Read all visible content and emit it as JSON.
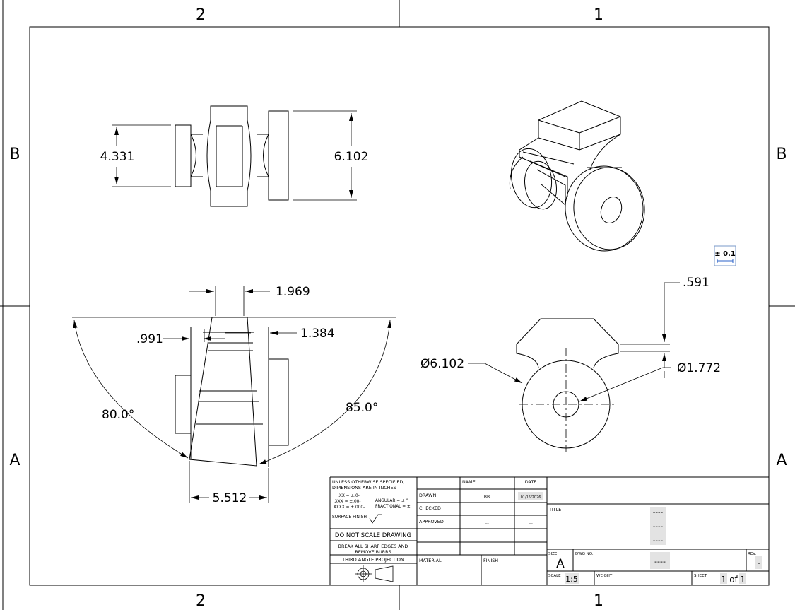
{
  "zones": {
    "top_left": "2",
    "top_right": "1",
    "bottom_left": "2",
    "bottom_right": "1",
    "left_upper": "B",
    "right_upper": "B",
    "left_lower": "A",
    "right_lower": "A"
  },
  "dims": {
    "front_left": "4.331",
    "front_right": "6.102",
    "top_gap": "1.969",
    "left_inner": ".991",
    "right_inner": "1.384",
    "angle_left": "80.0°",
    "angle_right": "85.0°",
    "bottom_width": "5.512",
    "side_offset": ".591",
    "outer_dia": "Ø6.102",
    "inner_dia": "Ø1.772"
  },
  "tolerance_badge": "± 0.1",
  "title_block": {
    "notes_l1": "UNLESS OTHERWISE SPECIFIED,",
    "notes_l2": "DIMENSIONS ARE IN INCHES",
    "tol_x": ".XX = ±.0-",
    "tol_xx": ".XXX = ±.00-",
    "tol_xxx": ".XXXX = ±.000-",
    "tol_ang": "ANGULAR = ± °",
    "tol_frac": "FRACTIONAL = ±",
    "surface_finish": "SURFACE FINISH",
    "do_not_scale": "DO NOT SCALE DRAWING",
    "break_l1": "BREAK ALL SHARP EDGES AND",
    "break_l2": "REMOVE BURRS",
    "projection": "THIRD ANGLE PROJECTION",
    "name_header": "NAME",
    "date_header": "DATE",
    "drawn_label": "DRAWN",
    "drawn_name": "BB",
    "drawn_date": "01/15/2026",
    "checked_label": "CHECKED",
    "approved_label": "APPROVED",
    "approved_name": "...",
    "approved_date": "...",
    "material_label": "MATERIAL",
    "finish_label": "FINISH",
    "title_label": "TITLE",
    "title_l1": "----",
    "title_l2": "----",
    "title_l3": "----",
    "size_label": "SIZE",
    "size_value": "A",
    "dwg_no_label": "DWG NO.",
    "dwg_no_value": "----",
    "rev_label": "REV.",
    "rev_value": "-",
    "scale_label": "SCALE",
    "scale_value": "1:5",
    "weight_label": "WEIGHT",
    "sheet_label": "SHEET",
    "sheet_num": "1",
    "sheet_of": "of",
    "sheet_total": "1"
  }
}
